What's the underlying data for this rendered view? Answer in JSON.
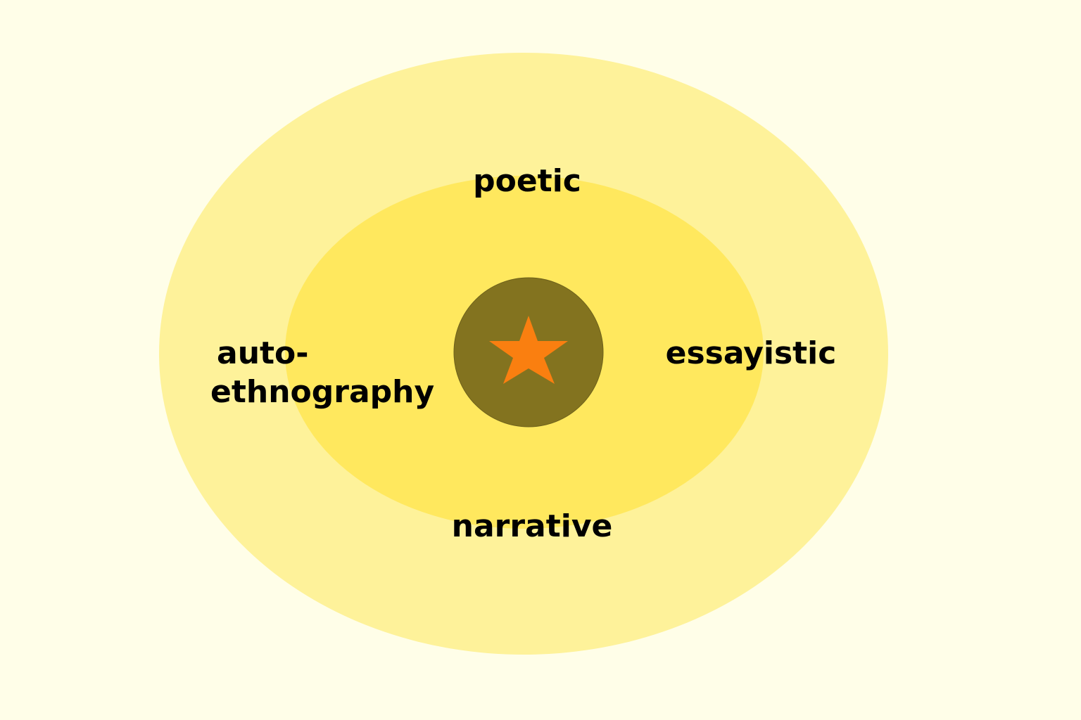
{
  "labels": {
    "top": "poetic",
    "right": "essayistic",
    "left_line1": "auto-",
    "left_line2": "ethnography",
    "bottom": "narrative"
  },
  "colors": {
    "background": "#fffee8",
    "outer_ring": "#fef29a",
    "inner_ring": "#ffe85e",
    "core": "#83731f",
    "star": "#fa7f10"
  },
  "icons": {
    "center": "star-icon"
  }
}
